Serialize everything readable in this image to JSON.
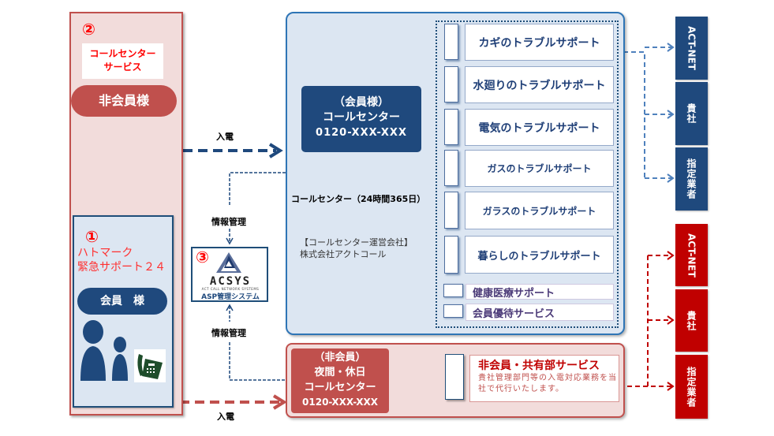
{
  "colors": {
    "member_blue": "#1f497d",
    "non_member_red": "#c0504d",
    "target_red": "#c00000",
    "accent_red_text": "#ff0000"
  },
  "non_member_panel": {
    "badge": "②",
    "service_label_line1": "コールセンター",
    "service_label_line2": "サービス",
    "pill_label": "非会員様"
  },
  "member_panel": {
    "badge": "①",
    "title_line1": "ハトマーク",
    "title_line2": "緊急サポート２４",
    "pill_label": "会員　様",
    "icons": [
      "person-icon",
      "child-icon",
      "telephone-icon"
    ]
  },
  "arrows": {
    "incoming_call_top": "入電",
    "incoming_call_bottom": "入電",
    "info_mgmt_top": "情報管理",
    "info_mgmt_bottom": "情報管理"
  },
  "acsys": {
    "badge": "③",
    "logo_word": "ACSYS",
    "tagline": "ACT CALL NETWORK SYSTEMS",
    "subtitle": "ASP管理システム"
  },
  "member_call_center": {
    "line1": "（会員様）",
    "line2": "コールセンター",
    "phone": "0120-XXX-XXX",
    "hours": "コールセンター（24時間365日）",
    "operator_label": "【コールセンター運営会社】",
    "operator_name": "株式会社アクトコール"
  },
  "services": [
    {
      "label": "カギのトラブルサポート"
    },
    {
      "label": "水廻りのトラブルサポート"
    },
    {
      "label": "電気のトラブルサポート"
    },
    {
      "label": "ガスのトラブルサポート"
    },
    {
      "label": "ガラスのトラブルサポート"
    },
    {
      "label": "暮らしのトラブルサポート"
    }
  ],
  "extra_services": [
    {
      "label": "健康医療サポート"
    },
    {
      "label": "会員優待サービス"
    }
  ],
  "night_call_center": {
    "line1": "（非会員）",
    "line2": "夜間・休日",
    "line3": "コールセンター",
    "phone": "0120-XXX-XXX"
  },
  "shared_service": {
    "title": "非会員・共有部サービス",
    "description": "貴社管理部門等の入電対応業務を当社で代行いたします。"
  },
  "targets_member": [
    {
      "label": "ACT-NET"
    },
    {
      "label": "貴社"
    },
    {
      "label": "指定業者"
    }
  ],
  "targets_non_member": [
    {
      "label": "ACT-NET"
    },
    {
      "label": "貴社"
    },
    {
      "label": "指定業者"
    }
  ]
}
